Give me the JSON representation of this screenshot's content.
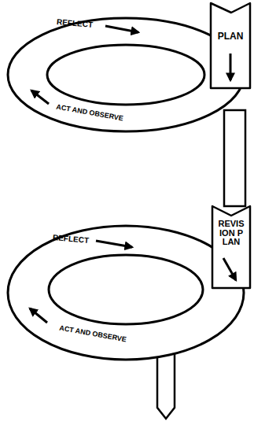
{
  "diagram": {
    "labels": [
      "REFLECT",
      "PLAN",
      "ACT AND OBSERVE",
      "REVISION PLAN",
      "REFLECT",
      "ACT AND OBSERVE"
    ]
  }
}
